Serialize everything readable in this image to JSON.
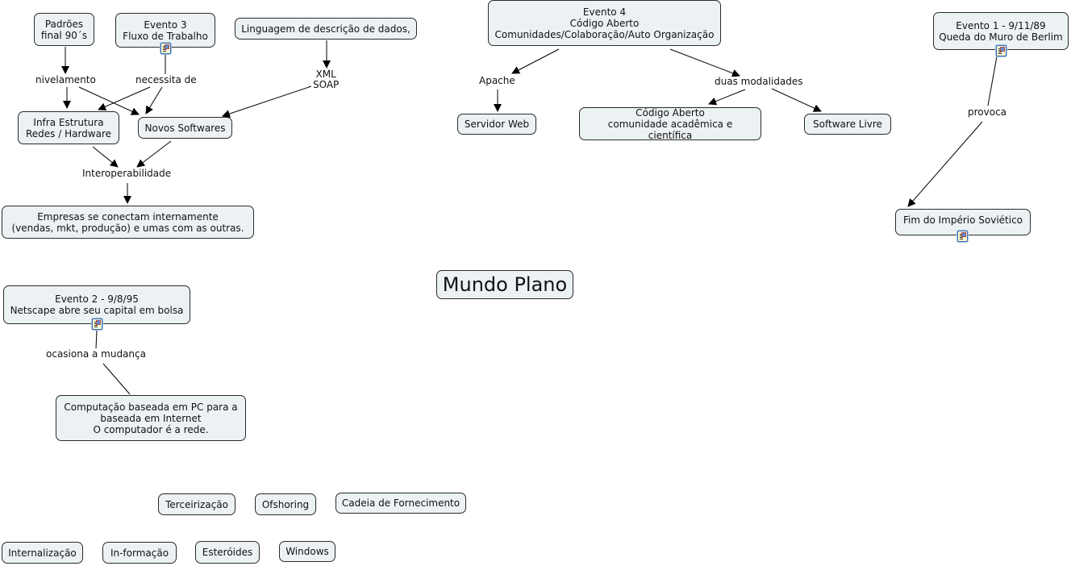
{
  "title": "Mundo Plano",
  "colors": {
    "node_bg": "#ecf2f4",
    "border": "#2a2a2a",
    "resource_icon": "#3a6fb0"
  },
  "concepts": {
    "padroes": "Padrões\nfinal 90´s",
    "evento3": "Evento 3\nFluxo de Trabalho",
    "linguagem": "Linguagem de descrição de dados,",
    "infra": "Infra Estrutura\nRedes / Hardware",
    "novos_softwares": "Novos Softwares",
    "empresas": "Empresas se conectam internamente\n(vendas, mkt, produção) e umas com as outras.",
    "evento4": "Evento 4\nCódigo Aberto\nComunidades/Colaboração/Auto Organização",
    "servidor_web": "Servidor Web",
    "codigo_aberto": "Código Aberto\ncomunidade acadêmica e científica",
    "software_livre": "Software Livre",
    "evento1": "Evento 1 - 9/11/89\nQueda do Muro de Berlim",
    "fim_imperio": "Fim do Império Soviético",
    "mundo_plano": "Mundo Plano",
    "evento2": "Evento 2 - 9/8/95\nNetscape abre seu capital em bolsa",
    "computacao": "Computação baseada em PC para a\nbaseada em Internet\nO computador é a rede.",
    "terceirizacao": "Terceirização",
    "ofshoring": "Ofshoring",
    "cadeia": "Cadeia de Fornecimento",
    "internalizacao": "Internalização",
    "in_formacao": "In-formação",
    "esteroides": "Esteróides",
    "windows": "Windows"
  },
  "linking_phrases": {
    "nivelamento": "nivelamento",
    "necessita_de": "necessita de",
    "xml_soap": "XML\nSOAP",
    "interoperabilidade": "Interoperabilidade",
    "apache": "Apache",
    "duas_modalidades": "duas modalidades",
    "provoca": "provoca",
    "ocasiona": "ocasiona a mudança"
  },
  "resource_icons": [
    "evento3",
    "evento1",
    "fim_imperio",
    "evento2"
  ]
}
